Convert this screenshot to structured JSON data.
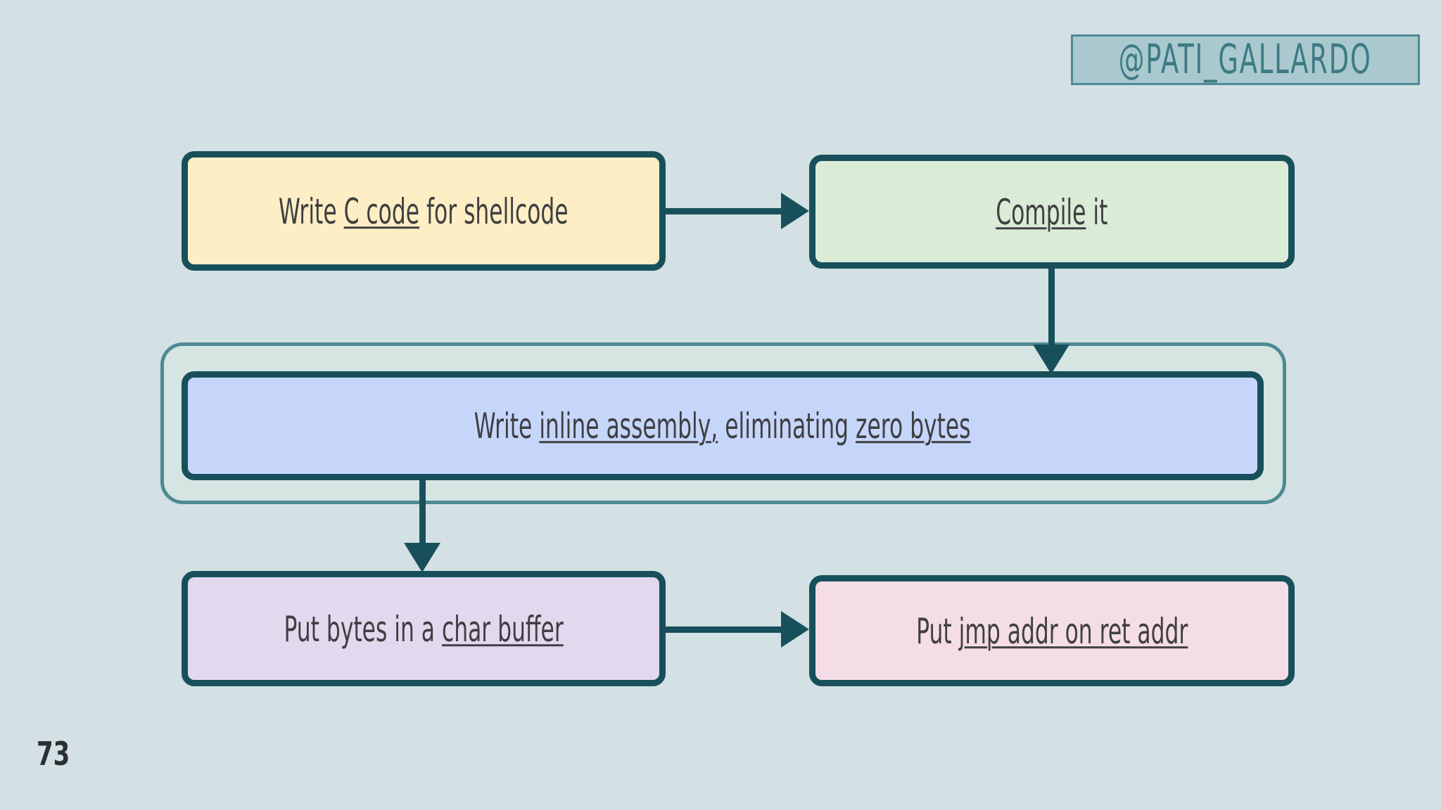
{
  "slide": {
    "background_color": "#d3e0e4",
    "page_number": "73"
  },
  "watermark": {
    "handle": "@PATI_GALLARDO",
    "text_color": "#3d7a86",
    "box_color": "#a9c9ce",
    "border_color": "#4c8b95"
  },
  "flowchart": {
    "accent_border_color": "#17505b",
    "highlight_frame_color": "#4d8a93",
    "nodes": [
      {
        "id": "c-code",
        "label": "Write C code for shellcode",
        "label_plain": "Write ",
        "label_underlined": "C code",
        "label_tail": " for shellcode",
        "fill": "#fdeec5"
      },
      {
        "id": "compile",
        "label": "Compile it",
        "label_underlined": "Compile",
        "label_tail": " it",
        "fill": "#dbecd6"
      },
      {
        "id": "inline-asm",
        "label": "Write inline assembly, eliminating zero bytes",
        "label_plain": "Write ",
        "label_underlined": "inline assembly,",
        "label_middle": " eliminating ",
        "label_underlined_2": "zero bytes",
        "fill": "#c6d6fb",
        "highlighted": true
      },
      {
        "id": "char-buffer",
        "label": "Put bytes in a char buffer",
        "label_plain": "Put bytes in a ",
        "label_underlined": "char buffer",
        "fill": "#e2d9ee"
      },
      {
        "id": "jmp-addr",
        "label": "Put jmp addr on ret addr",
        "label_plain": "Put ",
        "label_underlined": "jmp addr on ret addr",
        "fill": "#f4dde6"
      }
    ],
    "connectors": [
      {
        "from": "c-code",
        "to": "compile",
        "direction": "right"
      },
      {
        "from": "compile",
        "to": "inline-asm",
        "direction": "down"
      },
      {
        "from": "inline-asm",
        "to": "char-buffer",
        "direction": "down"
      },
      {
        "from": "char-buffer",
        "to": "jmp-addr",
        "direction": "right"
      }
    ]
  }
}
